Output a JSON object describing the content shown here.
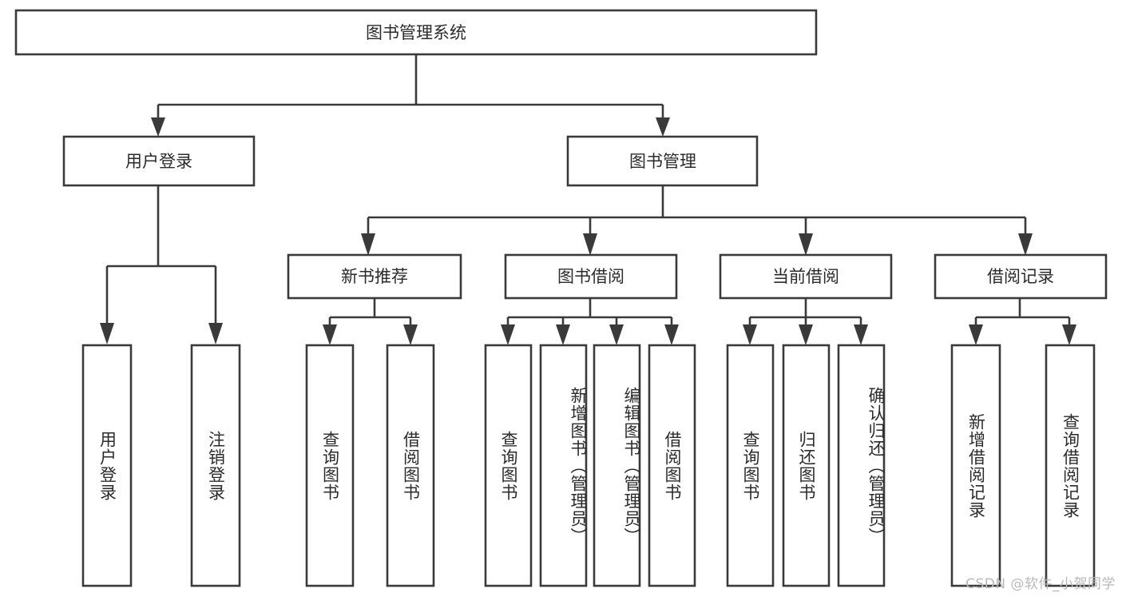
{
  "diagram": {
    "type": "tree-hierarchy-chart",
    "title": "图书管理系统",
    "colors": {
      "box_fill": "#ffffff",
      "box_stroke": "#3a3a3a",
      "connector": "#3a3a3a",
      "text": "#2b2b2b",
      "background": "#ffffff",
      "watermark": "#b9b9b9"
    },
    "root": {
      "label": "图书管理系统",
      "orientation": "horizontal"
    },
    "level1": [
      {
        "label": "用户登录",
        "orientation": "horizontal"
      },
      {
        "label": "图书管理",
        "orientation": "horizontal"
      }
    ],
    "level2": [
      {
        "label": "新书推荐",
        "orientation": "horizontal",
        "parent": "图书管理"
      },
      {
        "label": "图书借阅",
        "orientation": "horizontal",
        "parent": "图书管理"
      },
      {
        "label": "当前借阅",
        "orientation": "horizontal",
        "parent": "图书管理"
      },
      {
        "label": "借阅记录",
        "orientation": "horizontal",
        "parent": "图书管理"
      }
    ],
    "leaves": [
      {
        "label": "用户登录",
        "orientation": "vertical",
        "parent": "用户登录"
      },
      {
        "label": "注销登录",
        "orientation": "vertical",
        "parent": "用户登录"
      },
      {
        "label": "查询图书",
        "orientation": "vertical",
        "parent": "新书推荐"
      },
      {
        "label": "借阅图书",
        "orientation": "vertical",
        "parent": "新书推荐"
      },
      {
        "label": "查询图书",
        "orientation": "vertical",
        "parent": "图书借阅"
      },
      {
        "label": "新增图书（管理员）",
        "orientation": "vertical",
        "parent": "图书借阅"
      },
      {
        "label": "编辑图书（管理员）",
        "orientation": "vertical",
        "parent": "图书借阅"
      },
      {
        "label": "借阅图书",
        "orientation": "vertical",
        "parent": "图书借阅"
      },
      {
        "label": "查询图书",
        "orientation": "vertical",
        "parent": "当前借阅"
      },
      {
        "label": "归还图书",
        "orientation": "vertical",
        "parent": "当前借阅"
      },
      {
        "label": "确认归还（管理员）",
        "orientation": "vertical",
        "parent": "当前借阅"
      },
      {
        "label": "新增借阅记录",
        "orientation": "vertical",
        "parent": "借阅记录"
      },
      {
        "label": "查询借阅记录",
        "orientation": "vertical",
        "parent": "借阅记录"
      }
    ],
    "watermark": "CSDN @软件_小贺同学"
  }
}
